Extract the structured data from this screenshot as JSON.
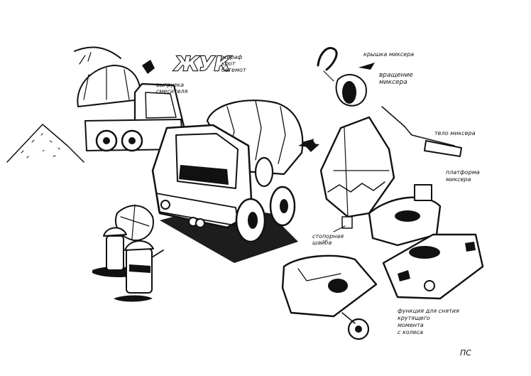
{
  "title": "ЖУК",
  "subtitle_lines": [
    "жираф",
    "крот",
    "бегемот"
  ],
  "labels": {
    "unload": [
      "выгрузка",
      "смесителя"
    ],
    "mixer_lid": "крышка миксера",
    "rotation": [
      "вращение",
      "миксера"
    ],
    "mixer_body": "тело миксера",
    "mixer_platform": [
      "платформа",
      "миксера"
    ],
    "stopper": [
      "стопорная",
      "шайба"
    ],
    "function_note": [
      "функция для снятия",
      "крутящего",
      "момента",
      "с колеса"
    ]
  },
  "signature": "ПС",
  "colors": {
    "ink": "#111111",
    "paper": "#ffffff"
  }
}
